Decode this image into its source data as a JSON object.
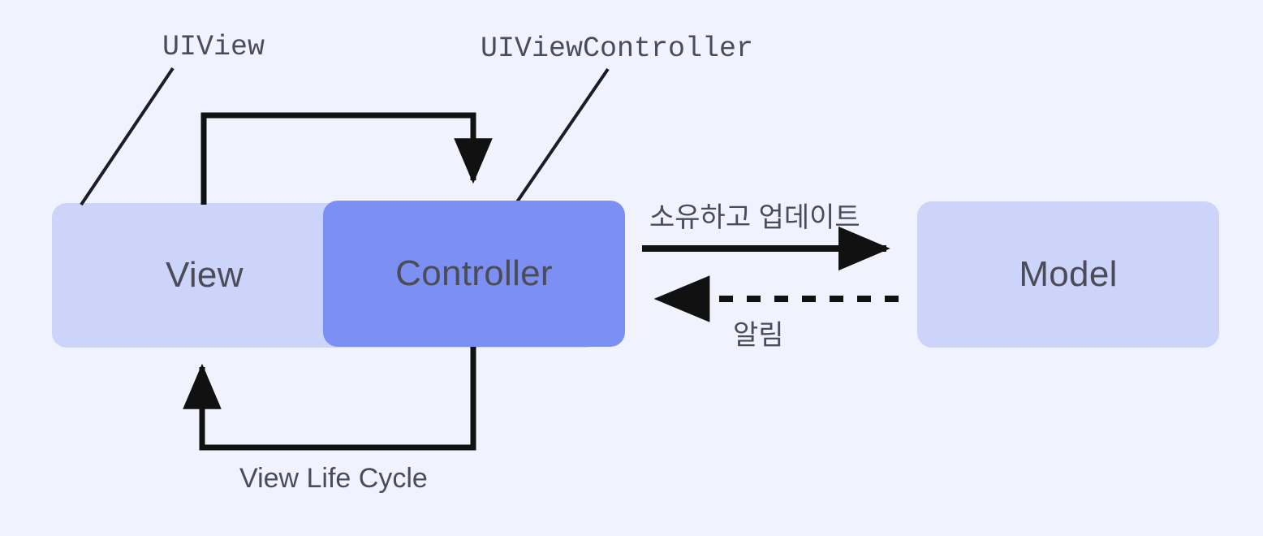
{
  "diagram": {
    "title": "MVC Architecture Diagram",
    "background_color": "#f0f3fd",
    "nodes": [
      {
        "id": "view",
        "label": "View",
        "color": "#ccd4fa",
        "text_color": "#4b4c57"
      },
      {
        "id": "controller",
        "label": "Controller",
        "color": "#7b90f2",
        "text_color": "#4b4c57"
      },
      {
        "id": "model",
        "label": "Model",
        "color": "#ccd4fa",
        "text_color": "#4b4c57"
      }
    ],
    "annotations": [
      {
        "id": "uiview",
        "label": "UIView",
        "points_to": "view"
      },
      {
        "id": "uiviewcontroller",
        "label": "UIViewController",
        "points_to": "controller"
      }
    ],
    "edges": [
      {
        "id": "view-to-controller",
        "label": "",
        "from": "view",
        "to": "controller",
        "style": "solid",
        "arrow": "end"
      },
      {
        "id": "controller-to-view",
        "label": "View Life Cycle",
        "from": "controller",
        "to": "view",
        "style": "solid",
        "arrow": "end"
      },
      {
        "id": "controller-to-model",
        "label": "소유하고 업데이트",
        "from": "controller",
        "to": "model",
        "style": "solid",
        "arrow": "end"
      },
      {
        "id": "model-to-controller",
        "label": "알림",
        "from": "model",
        "to": "controller",
        "style": "dashed",
        "arrow": "end"
      }
    ],
    "edge_labels": {
      "owns_updates": "소유하고 업데이트",
      "notify": "알림",
      "view_life_cycle": "View Life Cycle"
    },
    "line_color": "#111111"
  }
}
